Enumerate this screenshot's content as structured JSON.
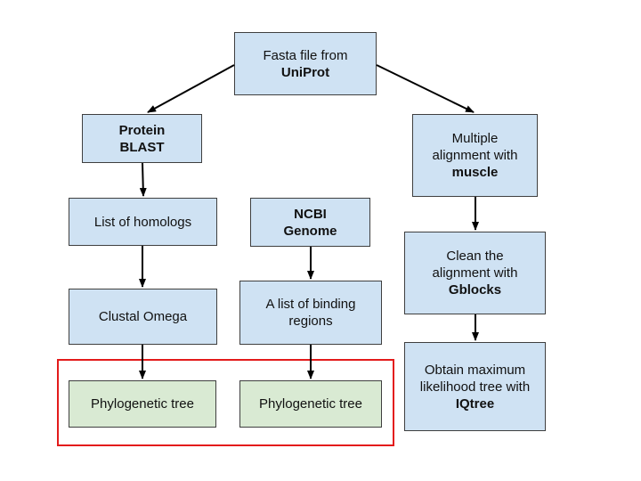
{
  "nodes": {
    "fasta": {
      "line1": "Fasta file from",
      "line2": "UniProt"
    },
    "blast": {
      "line1": "Protein",
      "line2": "BLAST"
    },
    "homologs": {
      "label": "List of homologs"
    },
    "clustal": {
      "label": "Clustal Omega"
    },
    "tree_left": {
      "label": "Phylogenetic tree"
    },
    "ncbi": {
      "line1": "NCBI",
      "line2": "Genome"
    },
    "binding": {
      "line1": "A list of binding",
      "line2": "regions"
    },
    "tree_mid": {
      "label": "Phylogenetic tree"
    },
    "muscle": {
      "line1": "Multiple",
      "line2": "alignment with",
      "line3": "muscle"
    },
    "gblocks": {
      "line1": "Clean the",
      "line2": "alignment with",
      "line3": "Gblocks"
    },
    "iqtree": {
      "line1": "Obtain maximum",
      "line2": "likelihood tree with",
      "line3": "IQtree"
    }
  },
  "colors": {
    "process": "#cfe2f3",
    "result": "#d9ead3",
    "highlight": "#e31b1b"
  }
}
